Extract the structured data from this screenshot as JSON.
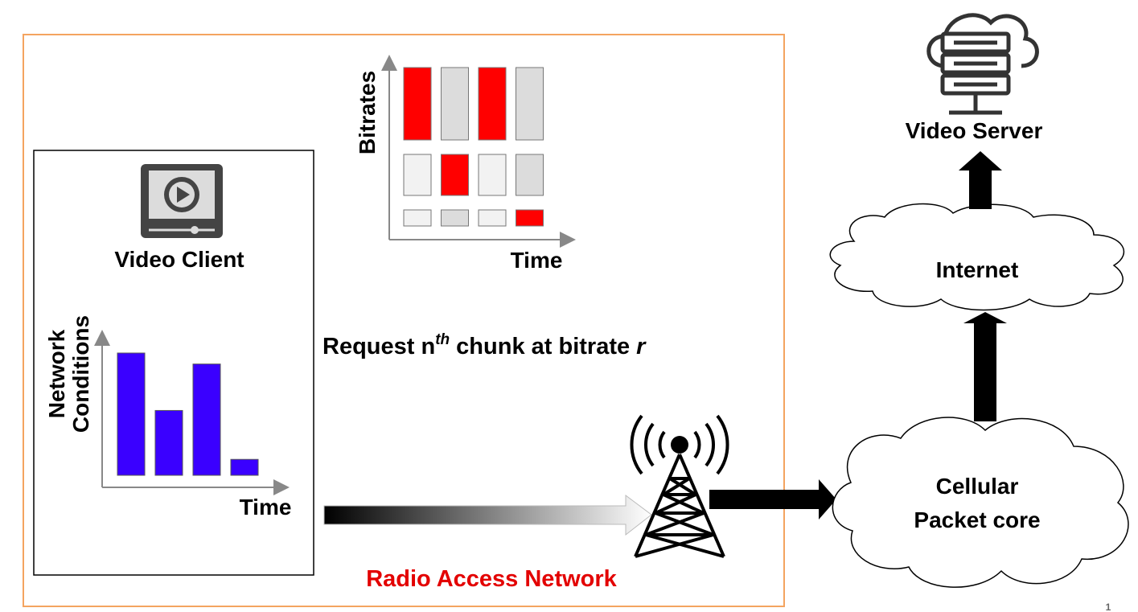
{
  "video_client": {
    "label": "Video Client"
  },
  "bitrate_chart": {
    "ylabel": "Bitrates",
    "xlabel": "Time",
    "levels": [
      "high",
      "medium",
      "low"
    ],
    "selected_level_per_chunk": [
      "high",
      "medium",
      "high",
      "low"
    ]
  },
  "network_chart": {
    "ylabel_line1": "Network",
    "ylabel_line2": "Conditions",
    "xlabel": "Time",
    "relative_values": [
      1.0,
      0.53,
      0.91,
      0.13
    ]
  },
  "request": {
    "prefix": "Request n",
    "superscript": "th",
    "middle": " chunk at bitrate ",
    "variable": "r"
  },
  "radio_access_network": {
    "label": "Radio Access Network"
  },
  "cellular_core": {
    "line1": "Cellular",
    "line2": "Packet core"
  },
  "internet": {
    "label": "Internet"
  },
  "video_server": {
    "label": "Video Server"
  },
  "page_number": "1",
  "colors": {
    "selected_bitrate": "#ff0000",
    "network_bar": "#3a00ff",
    "ran_border": "#f4a460",
    "ran_label": "#e30000"
  }
}
